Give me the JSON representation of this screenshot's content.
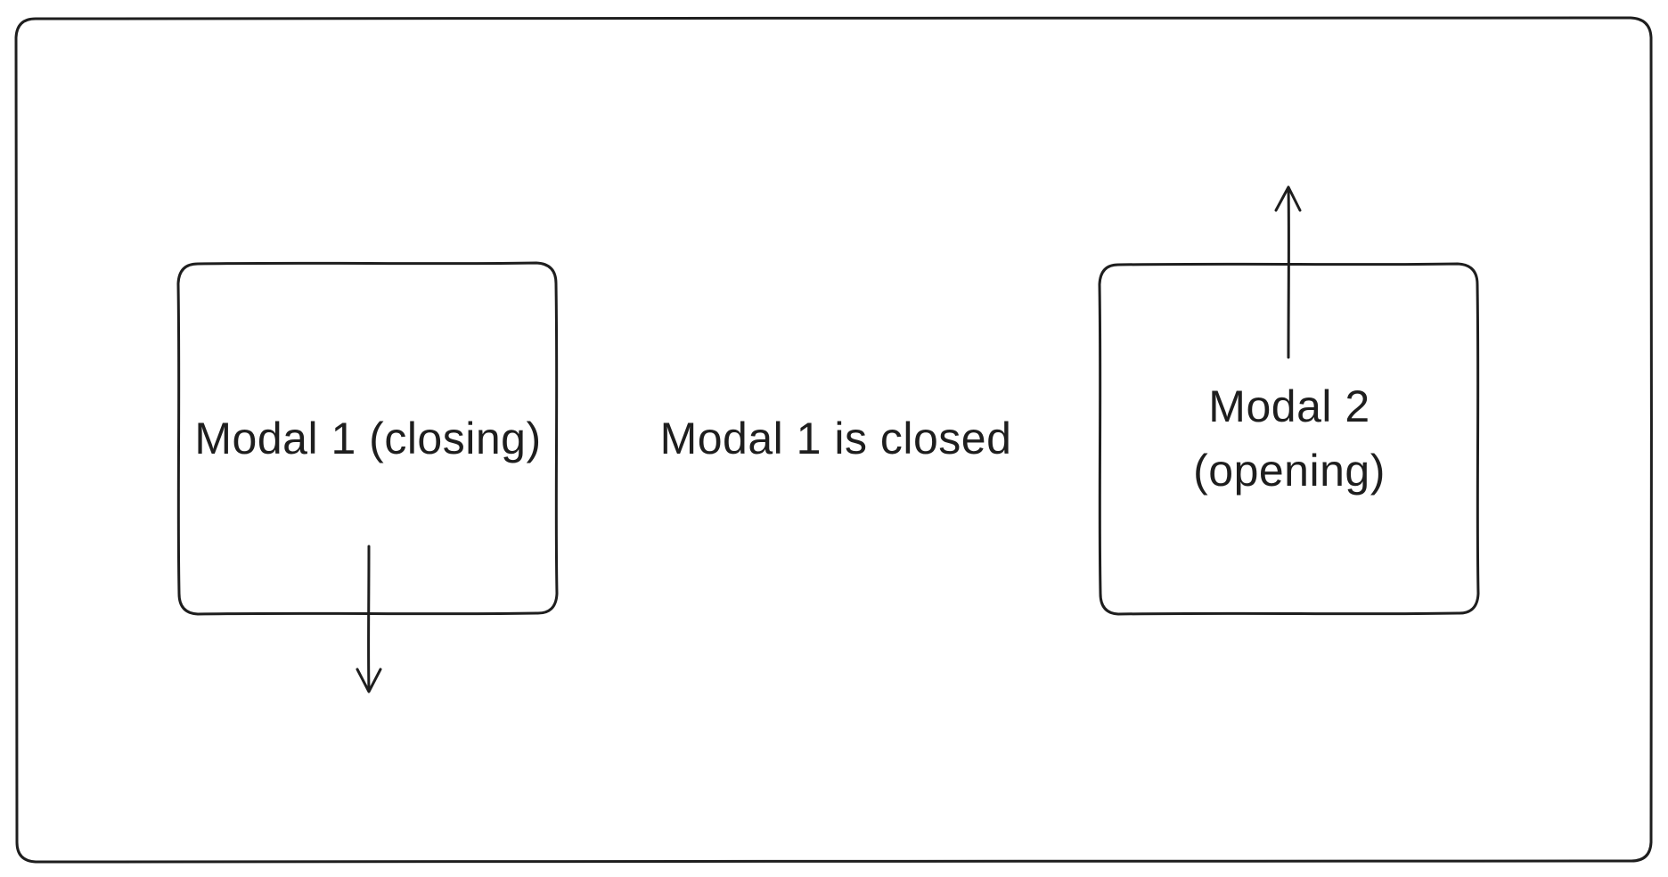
{
  "modal_1": {
    "label": "Modal 1 (closing)"
  },
  "transition": {
    "label": "Modal 1 is closed"
  },
  "modal_2": {
    "label_line_1": "Modal 2",
    "label_line_2": "(opening)"
  },
  "colors": {
    "stroke": "#1e1e1e",
    "background": "#ffffff"
  },
  "icons": {
    "modal_1_arrow": "arrow-down-icon",
    "modal_2_arrow": "arrow-up-icon"
  }
}
